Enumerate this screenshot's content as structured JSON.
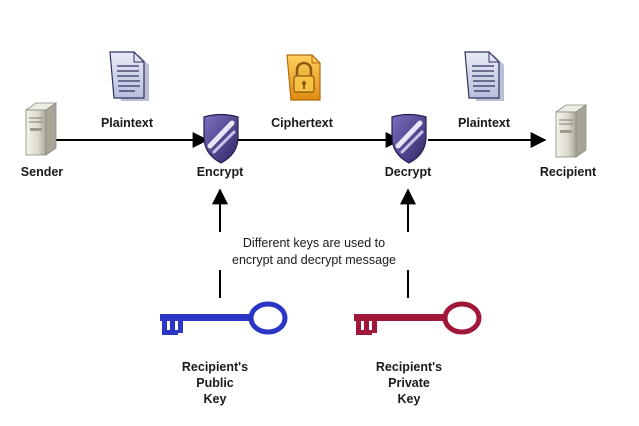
{
  "diagram": {
    "nodes": {
      "sender": "Sender",
      "encrypt": "Encrypt",
      "decrypt": "Decrypt",
      "recipient": "Recipient"
    },
    "edges": {
      "plaintext_in": "Plaintext",
      "ciphertext": "Ciphertext",
      "plaintext_out": "Plaintext"
    },
    "note": {
      "line1": "Different keys are used to",
      "line2": "encrypt and decrypt message"
    },
    "keys": {
      "public": {
        "line1": "Recipient's",
        "line2": "Public",
        "line3": "Key",
        "color": "#2b35c6"
      },
      "private": {
        "line1": "Recipient's",
        "line2": "Private",
        "line3": "Key",
        "color": "#a0173a"
      }
    },
    "colors": {
      "shield": "#4b3f8c",
      "lock": "#f0a020",
      "server": "#d8d6c9"
    },
    "icons": [
      "server-icon",
      "document-icon",
      "shield-icon",
      "lock-file-icon",
      "key-icon"
    ]
  }
}
